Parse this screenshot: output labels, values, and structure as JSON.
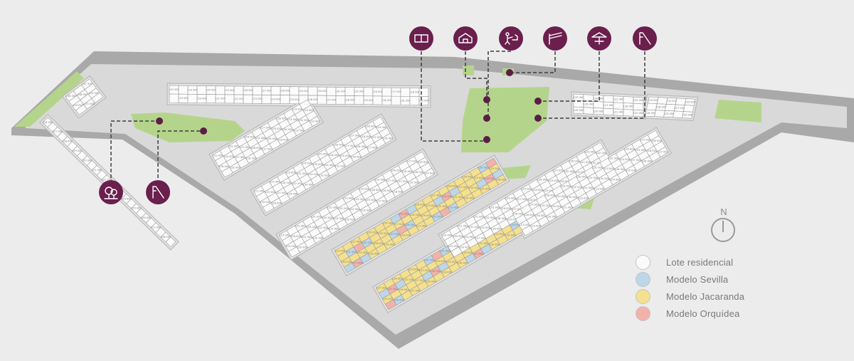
{
  "map": {
    "compass_label": "N",
    "lot_labels": [
      "116 000",
      "117 000",
      "118 000",
      "119 000",
      "120 000",
      "121 000",
      "122 000",
      "123 000",
      "124 000",
      "125 000",
      "126 000",
      "127 000",
      "128 000",
      "129 000",
      "130 000",
      "131 000",
      "132 000"
    ]
  },
  "legend": {
    "items": [
      {
        "label": "Lote residencial",
        "color": "#fbfbfb"
      },
      {
        "label": "Modelo Sevilla",
        "color": "#bcd7ea"
      },
      {
        "label": "Modelo Jacaranda",
        "color": "#f4e08e"
      },
      {
        "label": "Modelo Orquídea",
        "color": "#f2b2aa"
      }
    ]
  },
  "amenities": [
    {
      "name": "sports-court-icon"
    },
    {
      "name": "clubhouse-icon"
    },
    {
      "name": "pet-park-icon"
    },
    {
      "name": "access-gate-icon"
    },
    {
      "name": "palapa-icon"
    },
    {
      "name": "slide-icon"
    },
    {
      "name": "trees-icon"
    },
    {
      "name": "playground-slide-icon"
    }
  ],
  "colors": {
    "amenity": "#6a1f4d",
    "park": "#b5d48b",
    "road": "#d9d9d9",
    "perimeter": "#a9a9a9"
  }
}
